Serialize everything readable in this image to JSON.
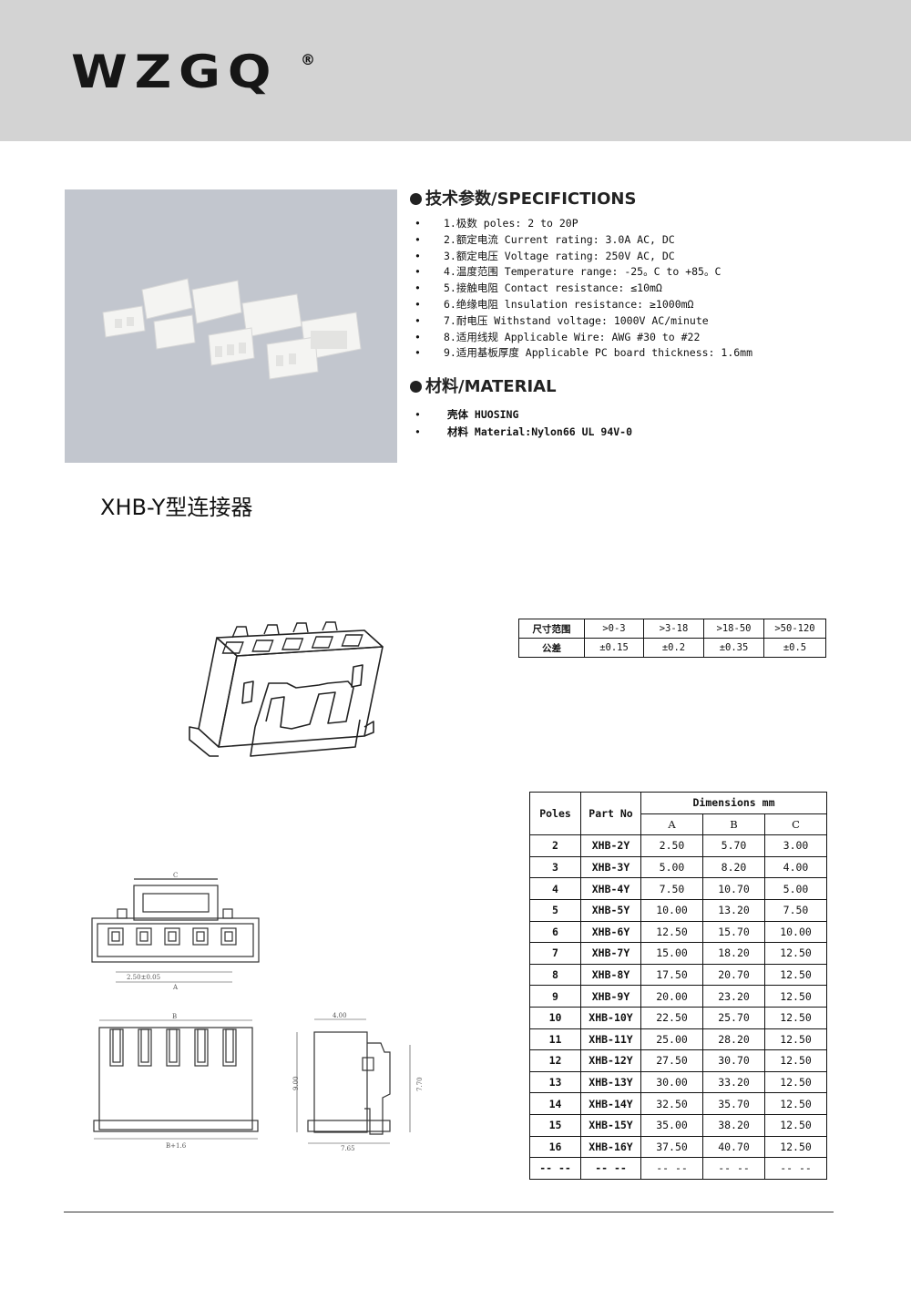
{
  "brand": {
    "name": "WZGQ",
    "registered": "®"
  },
  "specs": {
    "title": "技术参数/SPECIFICTIONS",
    "items": [
      "1.极数 poles: 2 to 20P",
      "2.额定电流 Current rating: 3.0A AC, DC",
      "3.额定电压 Voltage rating: 250V AC, DC",
      "4.温度范围 Temperature range: -25。C to +85。C",
      "5.接触电阻 Contact resistance: ≤10mΩ",
      "6.绝缘电阻 lnsulation resistance: ≥1000mΩ",
      "7.耐电压 Withstand voltage: 1000V AC/minute",
      "8.适用线规 Applicable Wire: AWG #30 to #22",
      "9.适用基板厚度 Applicable PC board thickness: 1.6mm"
    ]
  },
  "material": {
    "title": "材料/MATERIAL",
    "items": [
      "壳体 HUOSING",
      "材料 Material:Nylon66 UL 94V-0"
    ]
  },
  "product_title": "XHB-Y型连接器",
  "tolerance": {
    "row1": [
      "尺寸范围",
      ">0-3",
      ">3-18",
      ">18-50",
      ">50-120"
    ],
    "row2": [
      "公差",
      "±0.15",
      "±0.2",
      "±0.35",
      "±0.5"
    ]
  },
  "dimensions": {
    "headers": {
      "poles": "Poles",
      "part": "Part No",
      "group": "Dimensions mm",
      "a": "A",
      "b": "B",
      "c": "C"
    },
    "rows": [
      [
        "2",
        "XHB-2Y",
        "2.50",
        "5.70",
        "3.00"
      ],
      [
        "3",
        "XHB-3Y",
        "5.00",
        "8.20",
        "4.00"
      ],
      [
        "4",
        "XHB-4Y",
        "7.50",
        "10.70",
        "5.00"
      ],
      [
        "5",
        "XHB-5Y",
        "10.00",
        "13.20",
        "7.50"
      ],
      [
        "6",
        "XHB-6Y",
        "12.50",
        "15.70",
        "10.00"
      ],
      [
        "7",
        "XHB-7Y",
        "15.00",
        "18.20",
        "12.50"
      ],
      [
        "8",
        "XHB-8Y",
        "17.50",
        "20.70",
        "12.50"
      ],
      [
        "9",
        "XHB-9Y",
        "20.00",
        "23.20",
        "12.50"
      ],
      [
        "10",
        "XHB-10Y",
        "22.50",
        "25.70",
        "12.50"
      ],
      [
        "11",
        "XHB-11Y",
        "25.00",
        "28.20",
        "12.50"
      ],
      [
        "12",
        "XHB-12Y",
        "27.50",
        "30.70",
        "12.50"
      ],
      [
        "13",
        "XHB-13Y",
        "30.00",
        "33.20",
        "12.50"
      ],
      [
        "14",
        "XHB-14Y",
        "32.50",
        "35.70",
        "12.50"
      ],
      [
        "15",
        "XHB-15Y",
        "35.00",
        "38.20",
        "12.50"
      ],
      [
        "16",
        "XHB-16Y",
        "37.50",
        "40.70",
        "12.50"
      ],
      [
        "-- --",
        "-- --",
        "-- --",
        "-- --",
        "-- --"
      ]
    ]
  },
  "drawing_labels": {
    "c": "C",
    "pitch": "2.50±0.05",
    "a": "A",
    "b": "B",
    "b_plus": "B+1.6",
    "w4": "4.00",
    "h9": "9.00",
    "h77": "7.70",
    "w765": "7.65"
  }
}
